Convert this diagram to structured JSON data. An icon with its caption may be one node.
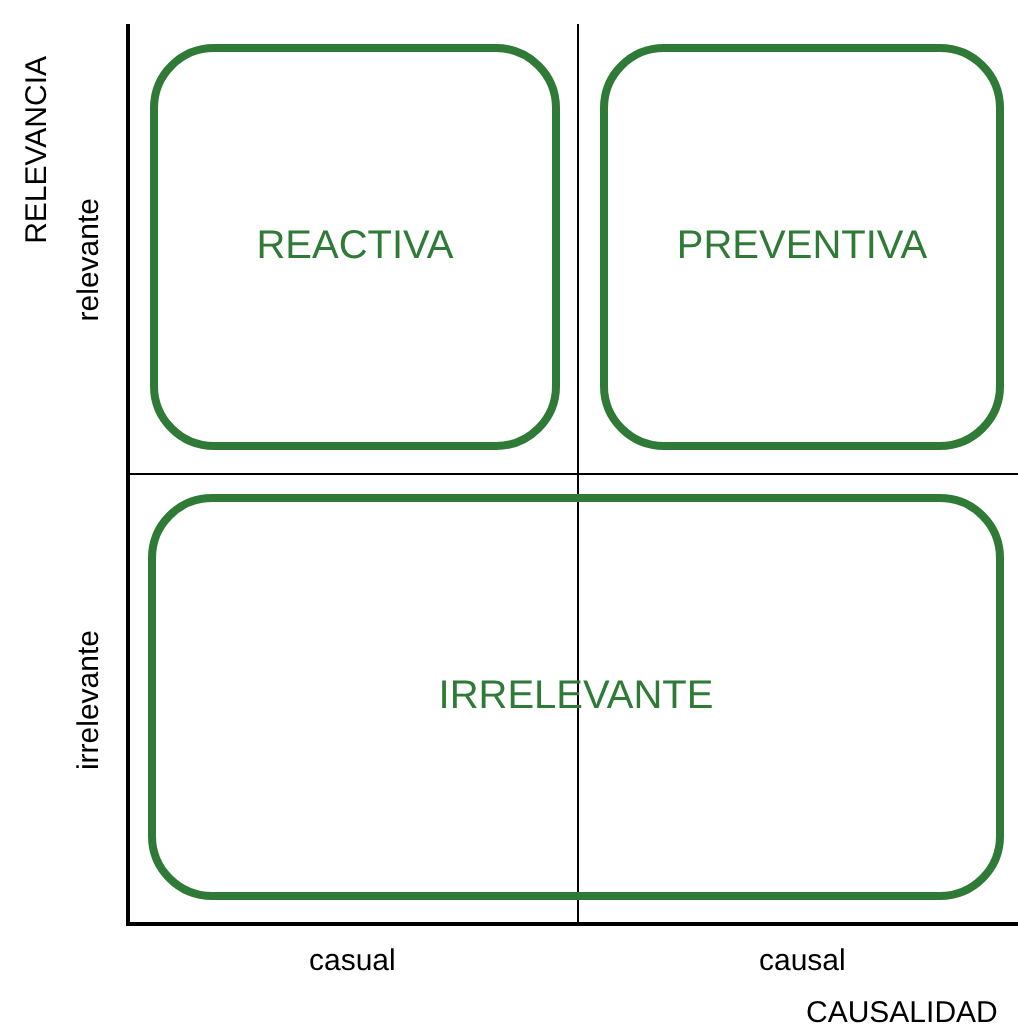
{
  "diagram": {
    "nodes": [
      {
        "text": [
          "REACTIVA"
        ]
      },
      {
        "text": [
          "PREVENTIVA"
        ]
      },
      {
        "text": [
          "IRRELEVANTE"
        ]
      }
    ],
    "labels": [
      "RELEVANCIA",
      "relevante",
      "irrelevante",
      "casual",
      "causal",
      "CAUSALIDAD"
    ]
  }
}
